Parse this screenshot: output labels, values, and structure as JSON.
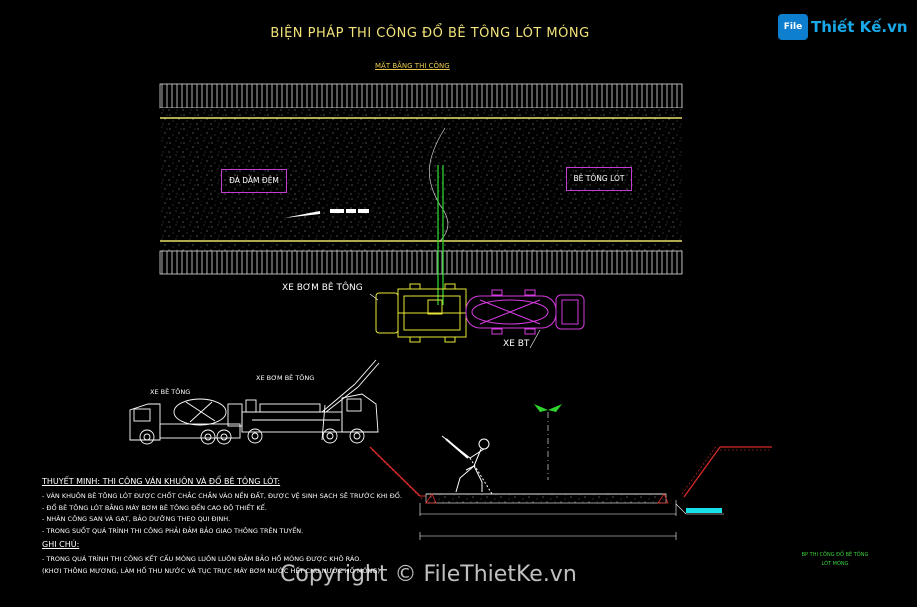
{
  "header": {
    "title": "BIỆN PHÁP THI CÔNG ĐỔ BÊ TÔNG LÓT MÓNG",
    "plan_title": "MẶT BẰNG THI CÔNG"
  },
  "logo": {
    "badge": "File",
    "text": "Thiết Kế.vn"
  },
  "plan": {
    "label_left": "ĐÁ DĂM ĐỆM",
    "label_right": "BÊ TÔNG LÓT",
    "pump_truck": "XE BƠM BÊ TÔNG",
    "mixer_truck": "XE BT"
  },
  "elevation": {
    "mixer_label": "XE BÊ TÔNG",
    "pump_label": "XE BƠM BÊ TÔNG"
  },
  "notes": {
    "heading": "THUYẾT MINH: THI CÔNG VÁN KHUÔN VÀ ĐỔ BÊ TÔNG LÓT:",
    "items": [
      "- VÁN KHUÔN BÊ TÔNG LÓT ĐƯỢC CHỐT CHẮC CHẮN VÀO NỀN ĐẤT, ĐƯỢC VỆ SINH SẠCH SẼ TRƯỚC KHI ĐỔ.",
      "- ĐỔ BÊ TÔNG LÓT BẰNG MÁY BƠM BÊ TÔNG ĐẾN CAO ĐỘ THIẾT KẾ.",
      "- NHÂN CÔNG SAN VÀ GẠT, BẢO DƯỠNG THEO QUI ĐỊNH.",
      "- TRONG SUỐT QUÁ TRÌNH THI CÔNG PHẢI ĐẢM BẢO GIAO THÔNG TRÊN TUYẾN."
    ],
    "ghichu_heading": "GHI CHÚ:",
    "ghichu_items": [
      "- TRONG QUÁ TRÌNH THI CÔNG KẾT CẤU MÓNG LUÔN LUÔN ĐẢM BẢO HỐ MÓNG ĐƯỢC KHÔ RÁO.",
      "(KHƠI THÔNG MƯƠNG, LÀM HỐ THU NƯỚC VÀ TỤC TRỰC MÁY BƠM NƯỚC HẾT CHU NƯỚC HỐ MÓNG)"
    ]
  },
  "stamp": {
    "line1": "BP THI CÔNG ĐỔ BÊ TÔNG",
    "line2": "LÓT MÓNG"
  },
  "watermark": "Copyright © FileThietKe.vn",
  "colors": {
    "background": "#000000",
    "title": "#f2e37a",
    "road_edge": "#e8e06a",
    "pump_truck": "#e8e83a",
    "mixer_truck": "#d63be0",
    "pipe": "#2fd22f",
    "slope": "#d62a2a"
  }
}
